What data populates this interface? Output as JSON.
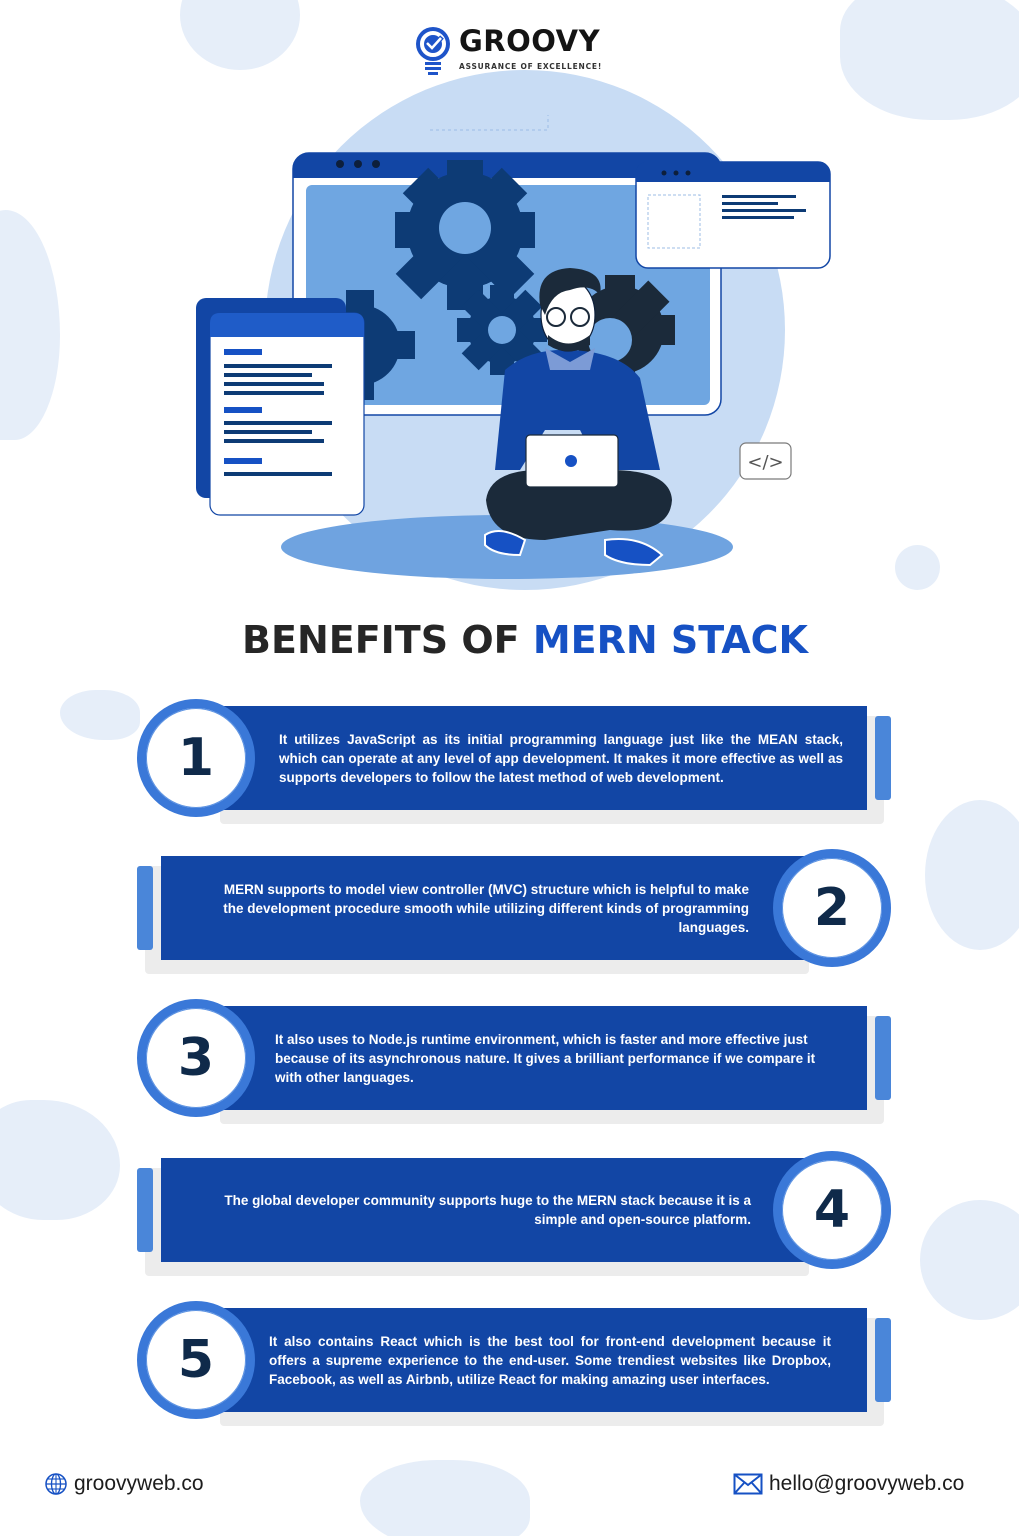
{
  "brand": {
    "name": "GROOVY",
    "tagline": "ASSURANCE OF EXCELLENCE!",
    "primary_color": "#1246a5",
    "accent_color": "#1651c4",
    "ring_color": "#3a78d8",
    "tab_color": "#4a86d9"
  },
  "illustration": {
    "code_icon": "</>",
    "description": "Developer sitting cross-legged with laptop in front of browser windows with gears"
  },
  "heading": {
    "part1": "BENEFITS OF",
    "part2": "MERN STACK"
  },
  "benefits": [
    {
      "number": "1",
      "side": "left",
      "text": "It utilizes JavaScript as its initial programming language just like the MEAN stack, which can operate at any level of app development. It makes it more effective as well as supports developers to follow the latest method of web development."
    },
    {
      "number": "2",
      "side": "right",
      "text": "MERN supports to model view controller (MVC) structure which is helpful to make the development procedure smooth while utilizing different kinds of programming languages."
    },
    {
      "number": "3",
      "side": "left",
      "text": "It also uses to Node.js runtime environment, which is faster and more effective just because of its asynchronous nature. It gives a brilliant performance if we compare it with other languages."
    },
    {
      "number": "4",
      "side": "right",
      "text": "The global developer community supports huge to the MERN stack because it is a simple and open-source platform."
    },
    {
      "number": "5",
      "side": "left",
      "text": "It also contains React which is the best tool for front-end development because it offers a supreme experience to the end-user. Some trendiest websites like Dropbox, Facebook, as well as Airbnb, utilize React for making amazing user interfaces."
    }
  ],
  "footer": {
    "website": "groovyweb.co",
    "website_icon": "globe-icon",
    "email": "hello@groovyweb.co",
    "email_icon": "mail-icon"
  }
}
